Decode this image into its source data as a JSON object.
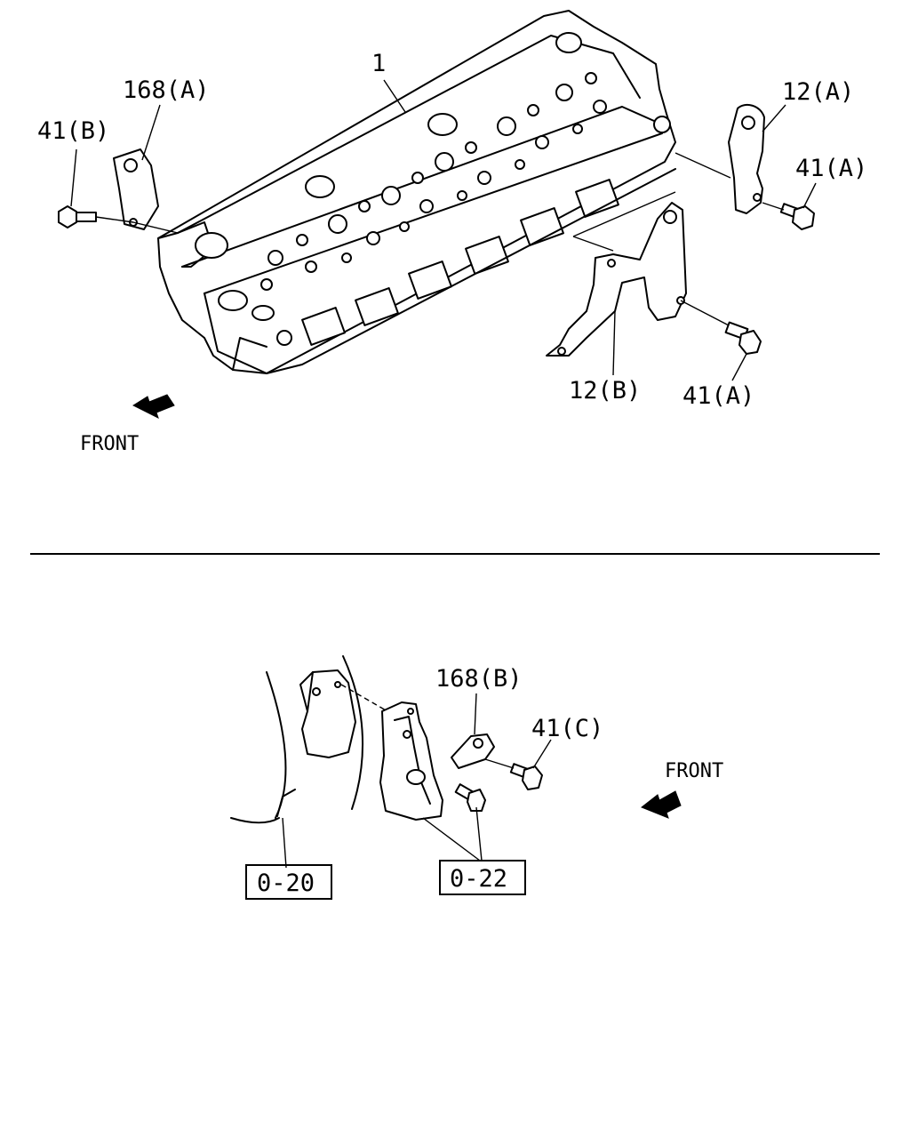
{
  "diagram": {
    "top_section": {
      "labels": {
        "part_1": "1",
        "part_168a": "168(A)",
        "part_41b": "41(B)",
        "part_12a": "12(A)",
        "part_41a_upper": "41(A)",
        "part_12b": "12(B)",
        "part_41a_lower": "41(A)",
        "front": "FRONT"
      }
    },
    "bottom_section": {
      "labels": {
        "part_168b": "168(B)",
        "part_41c": "41(C)",
        "front": "FRONT",
        "ref_0_20": "0-20",
        "ref_0_22": "0-22"
      }
    }
  }
}
